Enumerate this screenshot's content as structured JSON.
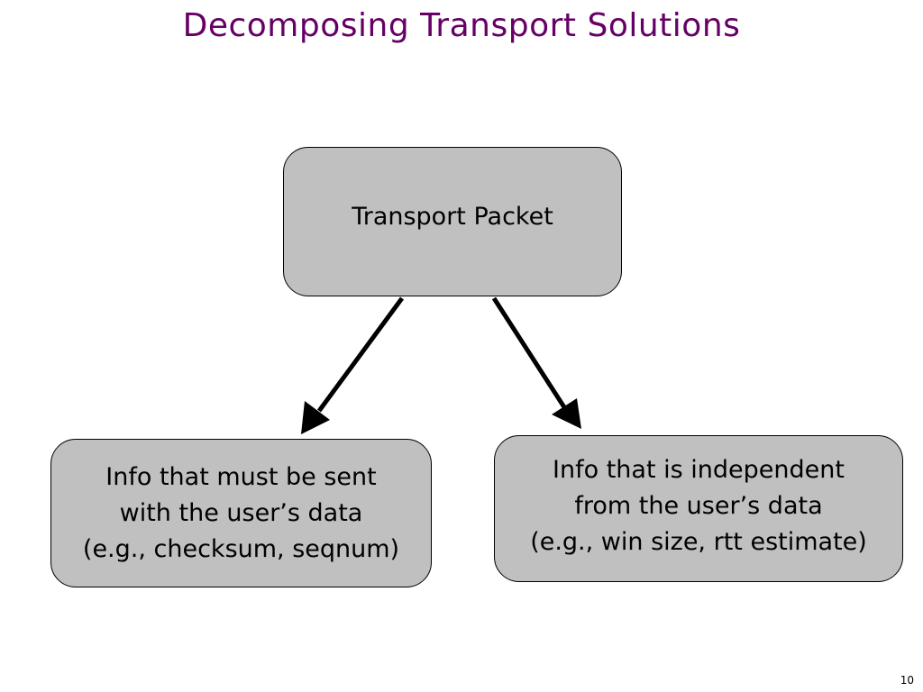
{
  "slide": {
    "title": "Decomposing Transport Solutions",
    "page_number": "10"
  },
  "diagram": {
    "root": {
      "label": "Transport Packet"
    },
    "children": [
      {
        "lines": [
          "Info that must be sent",
          "with the user’s data",
          "(e.g., checksum, seqnum)"
        ]
      },
      {
        "lines": [
          "Info that is independent",
          "from the user’s data",
          "(e.g., win size, rtt estimate)"
        ]
      }
    ]
  },
  "colors": {
    "title": "#660066",
    "node_fill": "#c0c0c0",
    "stroke": "#000000"
  }
}
